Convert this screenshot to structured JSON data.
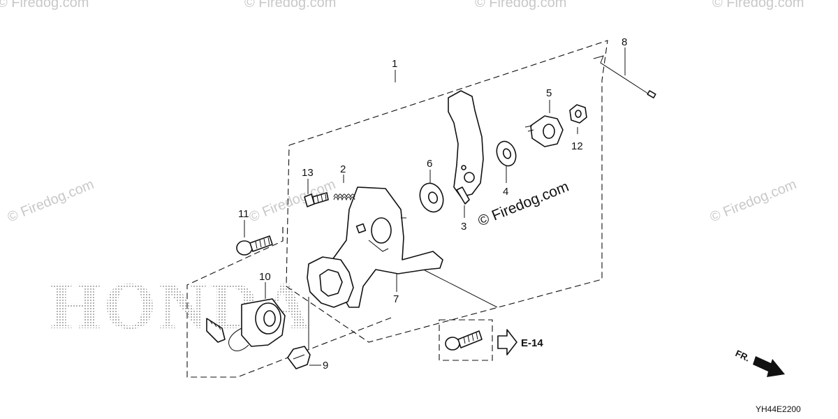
{
  "brand_watermark": "HONDA",
  "watermarks": {
    "text": "© Firedog.com",
    "partial": "©Firedog.com",
    "mid_right": "Firedog.com"
  },
  "callouts": {
    "c1": "1",
    "c2": "2",
    "c3": "3",
    "c4": "4",
    "c5": "5",
    "c6": "6",
    "c7": "7",
    "c8": "8",
    "c9": "9",
    "c10": "10",
    "c11": "11",
    "c12": "12",
    "c13": "13"
  },
  "reference": {
    "label": "E-14"
  },
  "direction": {
    "label": "FR."
  },
  "diagram_code": "YH44E2200"
}
